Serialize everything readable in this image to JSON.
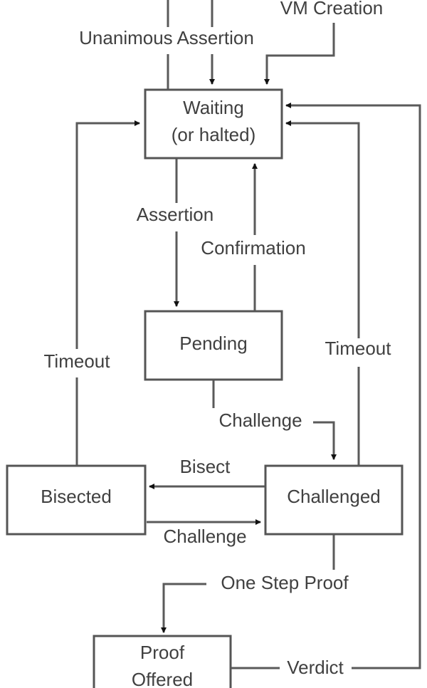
{
  "diagram": {
    "type": "state-machine",
    "nodes": {
      "waiting": {
        "line1": "Waiting",
        "line2": "(or halted)"
      },
      "pending": {
        "label": "Pending"
      },
      "bisected": {
        "label": "Bisected"
      },
      "challenged": {
        "label": "Challenged"
      },
      "proof_offered": {
        "line1": "Proof",
        "line2": "Offered"
      }
    },
    "edges": {
      "vm_creation": {
        "label": "VM Creation",
        "from": "start",
        "to": "waiting"
      },
      "unanimous_assertion": {
        "label": "Unanimous Assertion",
        "from": "waiting",
        "to": "waiting"
      },
      "assertion": {
        "label": "Assertion",
        "from": "waiting",
        "to": "pending"
      },
      "confirmation": {
        "label": "Confirmation",
        "from": "pending",
        "to": "waiting"
      },
      "challenge_pending": {
        "label": "Challenge",
        "from": "pending",
        "to": "challenged"
      },
      "timeout_left": {
        "label": "Timeout",
        "from": "bisected",
        "to": "waiting"
      },
      "timeout_right": {
        "label": "Timeout",
        "from": "challenged",
        "to": "waiting"
      },
      "bisect": {
        "label": "Bisect",
        "from": "challenged",
        "to": "bisected"
      },
      "challenge_bisected": {
        "label": "Challenge",
        "from": "bisected",
        "to": "challenged"
      },
      "one_step_proof": {
        "label": "One Step Proof",
        "from": "challenged",
        "to": "proof_offered"
      },
      "verdict": {
        "label": "Verdict",
        "from": "proof_offered",
        "to": "waiting"
      }
    }
  }
}
